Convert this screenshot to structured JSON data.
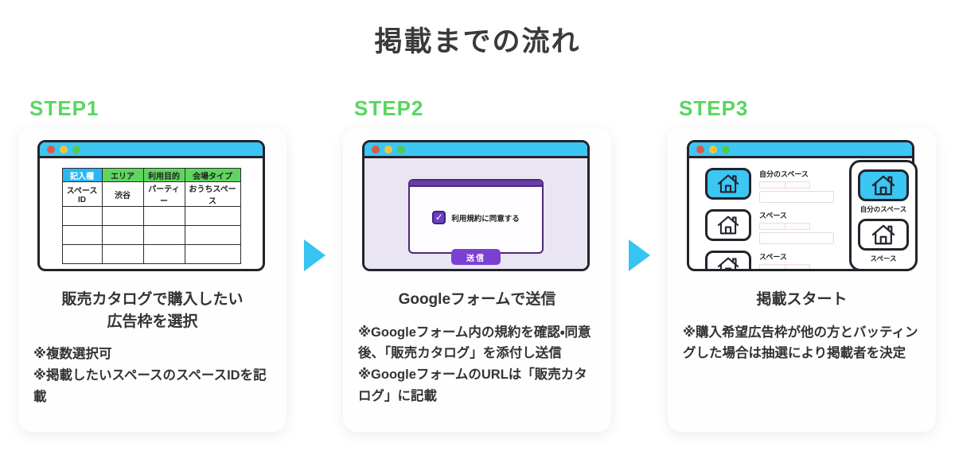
{
  "page": {
    "title": "掲載までの流れ"
  },
  "colors": {
    "accent_green": "#57d75e",
    "accent_cyan": "#3bc6f3",
    "arrow_cyan": "#35c5f0",
    "purple_button": "#7b40d2",
    "purple_bar": "#6b3aac",
    "checkbox_purple": "#6d3fc4",
    "table_header_blue": "#29b7f2",
    "table_header_green": "#5ed65e",
    "dot_red": "#e0574a",
    "dot_yellow": "#f0c53e",
    "dot_green": "#55c84e",
    "text_dark": "#333333"
  },
  "steps": [
    {
      "label": "STEP1",
      "heading_lines": [
        "販売カタログで購入したい",
        "広告枠を選択"
      ],
      "notes": [
        "※複数選択可",
        "※掲載したいスペースのスペースIDを記載"
      ],
      "table": {
        "headers": [
          "記入欄",
          "エリア",
          "利用目的",
          "会場タイプ"
        ],
        "rows": [
          [
            "スペースID",
            "渋谷",
            "パーティー",
            "おうちスペース"
          ]
        ]
      }
    },
    {
      "label": "STEP2",
      "heading": "Googleフォームで送信",
      "notes": [
        "※Googleフォーム内の規約を確認・同意後、「販売カタログ」を添付し送信",
        "※GoogleフォームのURLは「販売カタログ」に記載"
      ],
      "dialog": {
        "checkbox_label": "利用規約に同意する",
        "checkmark": "✓",
        "submit_label": "送信"
      }
    },
    {
      "label": "STEP3",
      "heading": "掲載スタート",
      "notes": [
        "※購入希望広告枠が他の方とバッティングした場合は抽選により掲載者を決定"
      ],
      "spaces": {
        "rows": [
          "自分のスペース",
          "スペース",
          "スペース"
        ],
        "overlay": [
          "自分のスペース",
          "スペース"
        ]
      }
    }
  ]
}
